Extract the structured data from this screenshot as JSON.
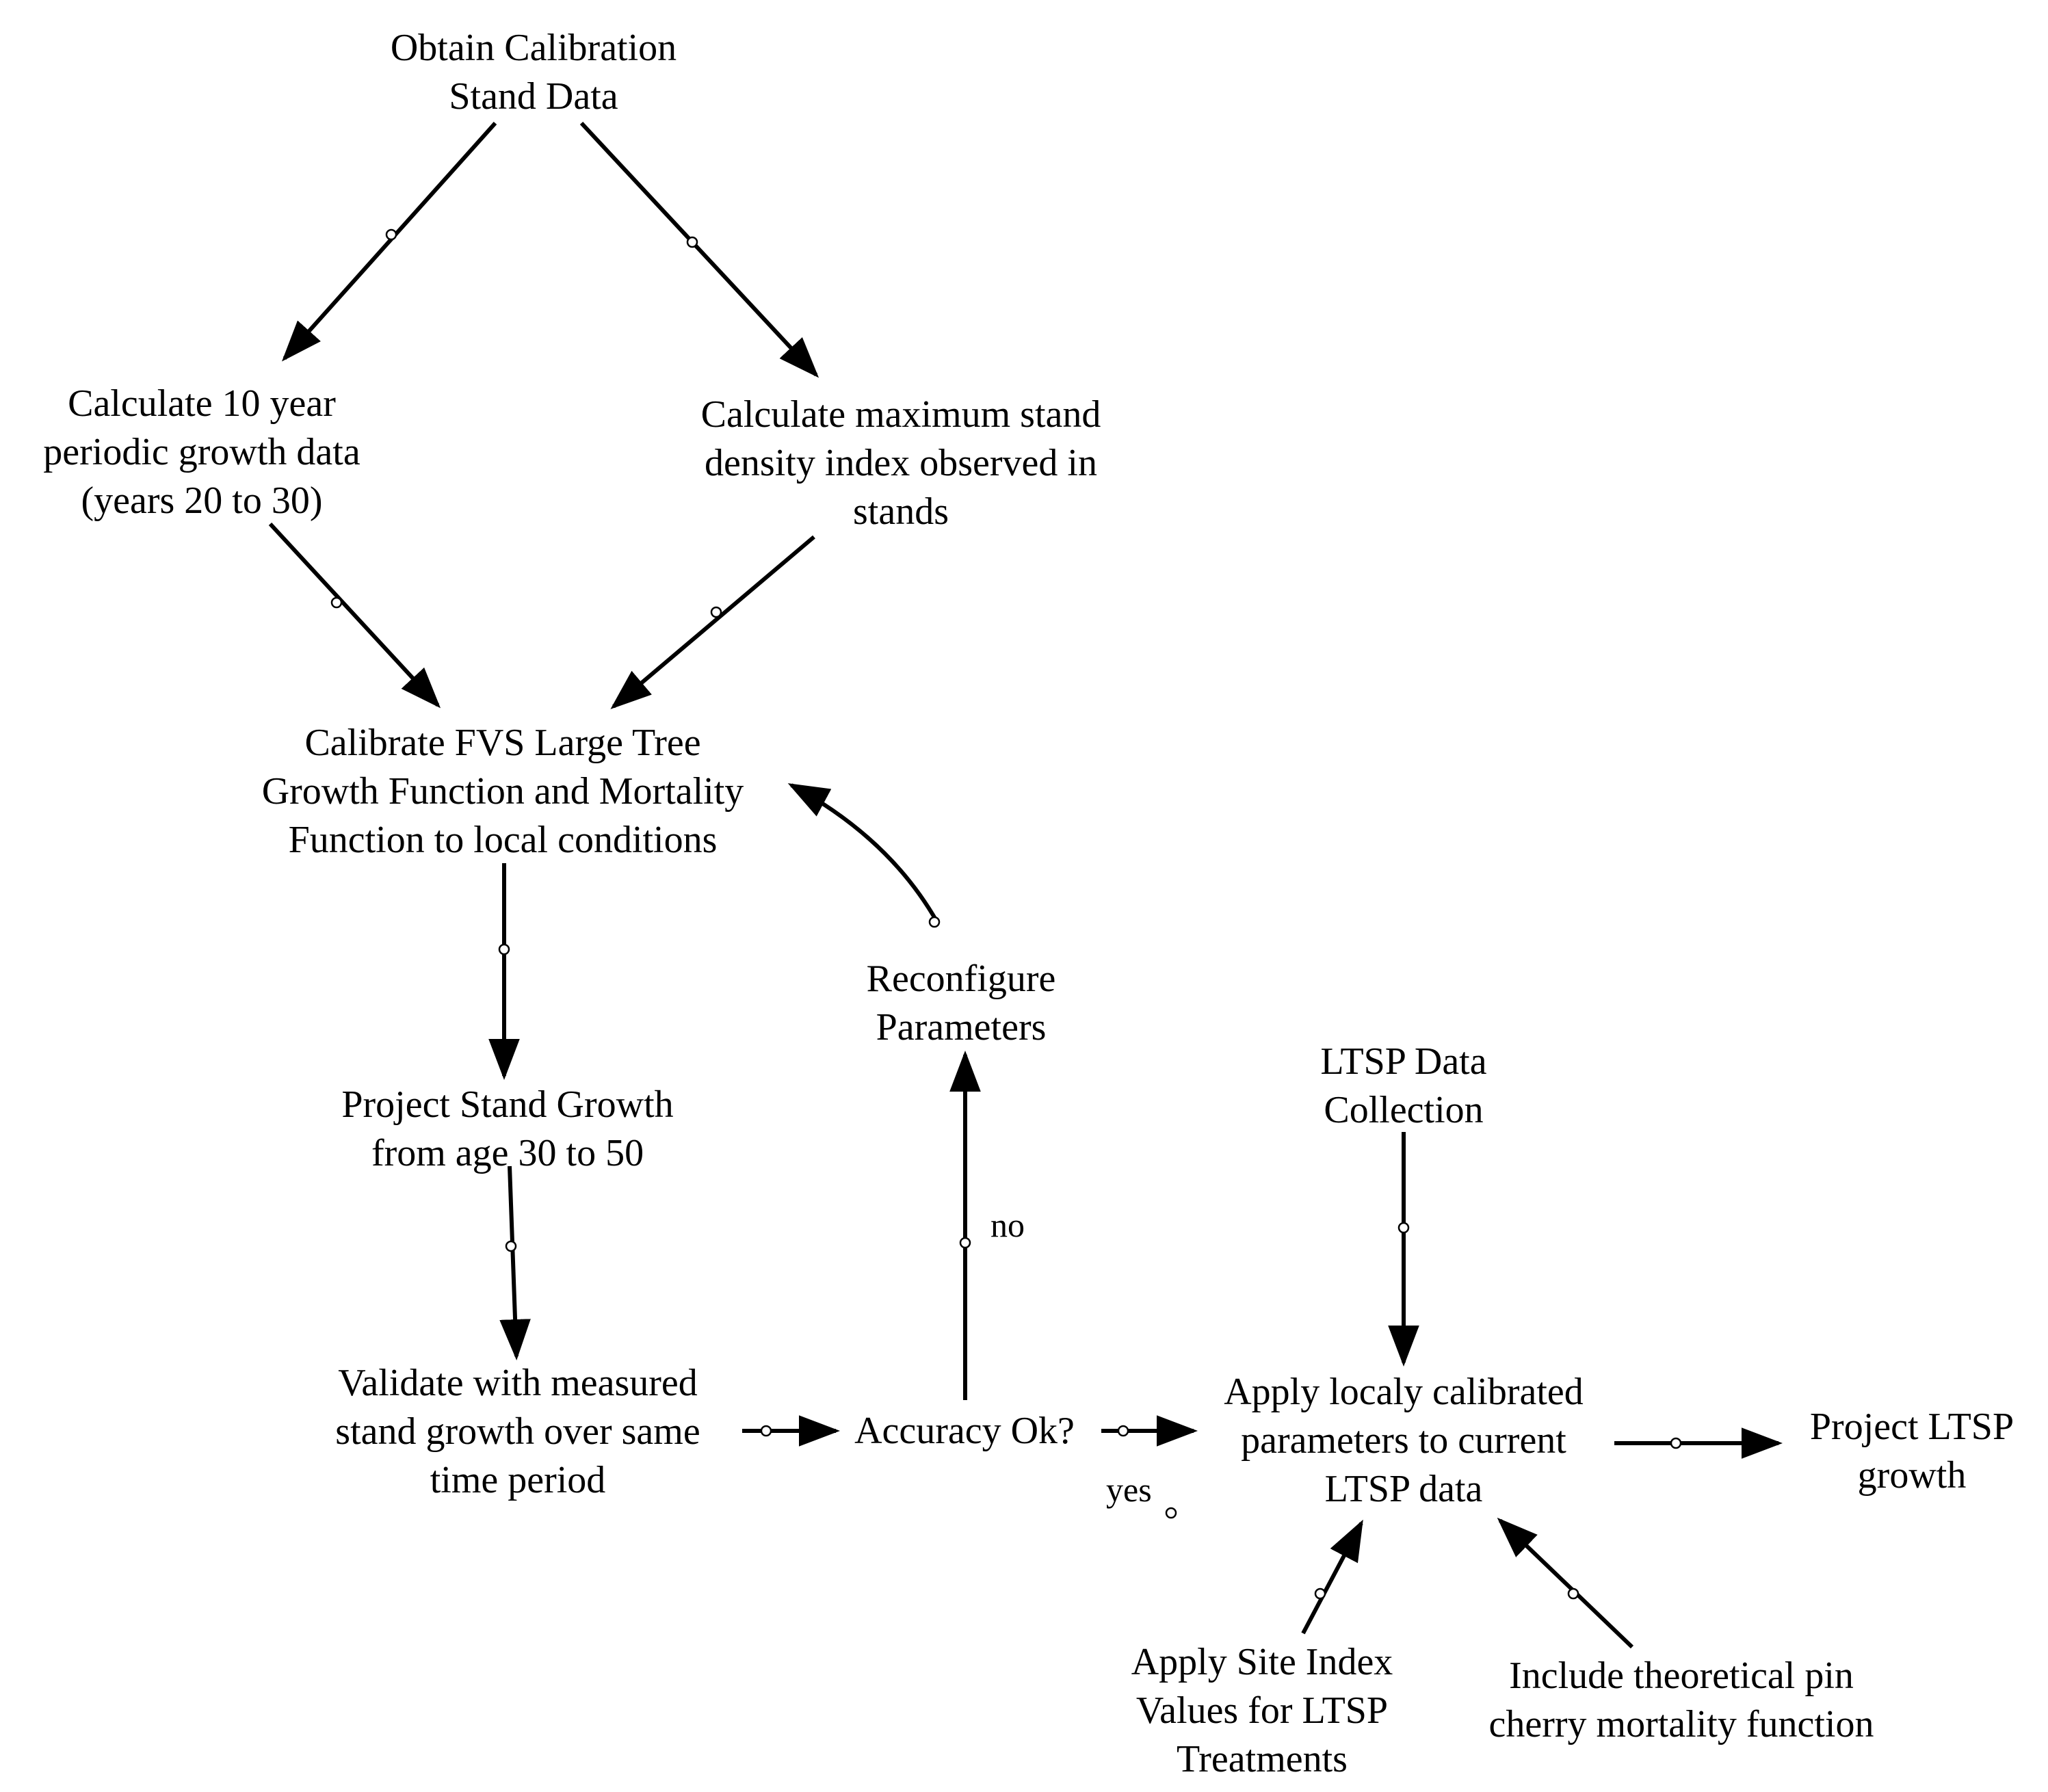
{
  "nodes": [
    {
      "id": "obtain",
      "lines": [
        "Obtain Calibration",
        "Stand Data"
      ]
    },
    {
      "id": "calc10",
      "lines": [
        "Calculate 10 year",
        "periodic growth data",
        "(years 20 to 30)"
      ]
    },
    {
      "id": "calcmax",
      "lines": [
        "Calculate maximum stand",
        "density index observed in",
        "stands"
      ]
    },
    {
      "id": "calibrate",
      "lines": [
        "Calibrate FVS Large Tree",
        "Growth Function and Mortality",
        "Function to local conditions"
      ]
    },
    {
      "id": "reconfig",
      "lines": [
        "Reconfigure",
        "Parameters"
      ]
    },
    {
      "id": "project",
      "lines": [
        "Project Stand Growth",
        "from age 30 to 50"
      ]
    },
    {
      "id": "validate",
      "lines": [
        "Validate with measured",
        "stand growth over same",
        "time period"
      ]
    },
    {
      "id": "accuracy",
      "lines": [
        "Accuracy Ok?"
      ]
    },
    {
      "id": "ltspdata",
      "lines": [
        "LTSP Data",
        "Collection"
      ]
    },
    {
      "id": "apply",
      "lines": [
        "Apply localy calibrated",
        "parameters to current",
        "LTSP data"
      ]
    },
    {
      "id": "projectltsp",
      "lines": [
        "Project LTSP",
        "growth"
      ]
    },
    {
      "id": "siteindex",
      "lines": [
        "Apply Site Index",
        "Values for LTSP",
        "Treatments"
      ]
    },
    {
      "id": "pincherry",
      "lines": [
        "Include theoretical pin",
        "cherry mortality function"
      ]
    }
  ],
  "edges": [
    {
      "from": "obtain",
      "to": "calc10",
      "label": ""
    },
    {
      "from": "obtain",
      "to": "calcmax",
      "label": ""
    },
    {
      "from": "calc10",
      "to": "calibrate",
      "label": ""
    },
    {
      "from": "calcmax",
      "to": "calibrate",
      "label": ""
    },
    {
      "from": "calibrate",
      "to": "project",
      "label": ""
    },
    {
      "from": "project",
      "to": "validate",
      "label": ""
    },
    {
      "from": "validate",
      "to": "accuracy",
      "label": ""
    },
    {
      "from": "accuracy",
      "to": "reconfig",
      "label": "no"
    },
    {
      "from": "reconfig",
      "to": "calibrate",
      "label": ""
    },
    {
      "from": "accuracy",
      "to": "apply",
      "label": "yes"
    },
    {
      "from": "ltspdata",
      "to": "apply",
      "label": ""
    },
    {
      "from": "siteindex",
      "to": "apply",
      "label": ""
    },
    {
      "from": "pincherry",
      "to": "apply",
      "label": ""
    },
    {
      "from": "apply",
      "to": "projectltsp",
      "label": ""
    }
  ]
}
